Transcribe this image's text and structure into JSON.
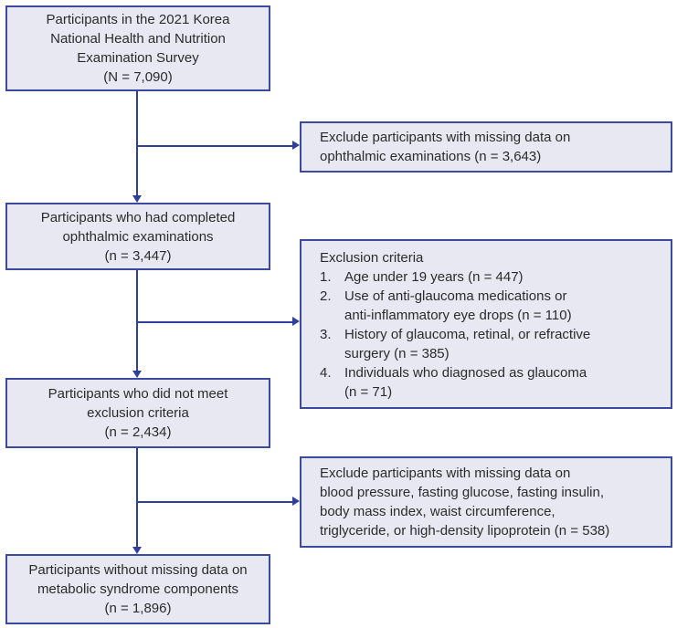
{
  "colors": {
    "box_fill": "#e8e8f3",
    "box_border": "#3b4a9e",
    "arrow": "#2e3f9e",
    "text": "#2b2b2b"
  },
  "flow": {
    "main": [
      {
        "text": "Participants in the 2021 Korea\nNational Health and Nutrition\nExamination Survey\n(N = 7,090)"
      },
      {
        "text": "Participants who had completed\nophthalmic examinations\n(n = 3,447)"
      },
      {
        "text": "Participants who did not meet\nexclusion criteria\n(n = 2,434)"
      },
      {
        "text": "Participants without missing data on\nmetabolic syndrome components\n(n = 1,896)"
      }
    ],
    "side": [
      {
        "text": "Exclude participants with missing data on\nophthalmic examinations (n = 3,643)"
      },
      {
        "title": "Exclusion criteria",
        "items": [
          {
            "num": "1.",
            "text": "Age under 19 years (n = 447)"
          },
          {
            "num": "2.",
            "text": "Use of anti-glaucoma medications or\nanti-inflammatory eye drops (n = 110)"
          },
          {
            "num": "3.",
            "text": "History of glaucoma, retinal, or refractive\nsurgery (n = 385)"
          },
          {
            "num": "4.",
            "text": "Individuals who diagnosed as glaucoma\n(n = 71)"
          }
        ]
      },
      {
        "text": "Exclude participants with missing data on\nblood pressure, fasting glucose, fasting insulin,\nbody mass index, waist circumference,\ntriglyceride, or high-density lipoprotein (n = 538)"
      }
    ]
  }
}
